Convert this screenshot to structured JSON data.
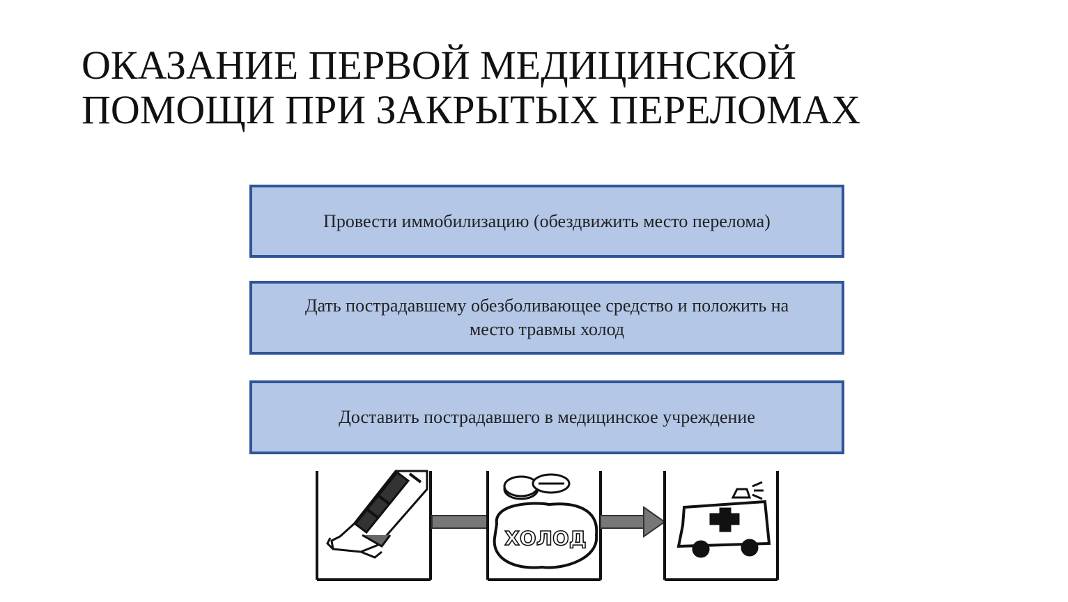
{
  "slide": {
    "title_line1": "ОКАЗАНИЕ ПЕРВОЙ МЕДИЦИНСКОЙ",
    "title_line2": "ПОМОЩИ ПРИ ЗАКРЫТЫХ ПЕРЕЛОМАХ"
  },
  "steps": [
    {
      "text": "Провести иммобилизацию (обездвижить место перелома)"
    },
    {
      "line1": "Дать пострадавшему обезболивающее средство и положить на",
      "line2": "место травмы холод"
    },
    {
      "text": "Доставить пострадавшего в медицинское учреждение"
    }
  ],
  "illustration": {
    "panels": [
      "splinted-leg-icon",
      "pills-icon",
      "cold-pack-icon",
      "ambulance-icon"
    ],
    "cold_pack_label": "ХОЛОД"
  },
  "colors": {
    "box_fill": "#b4c7e7",
    "box_border": "#2f5597"
  }
}
